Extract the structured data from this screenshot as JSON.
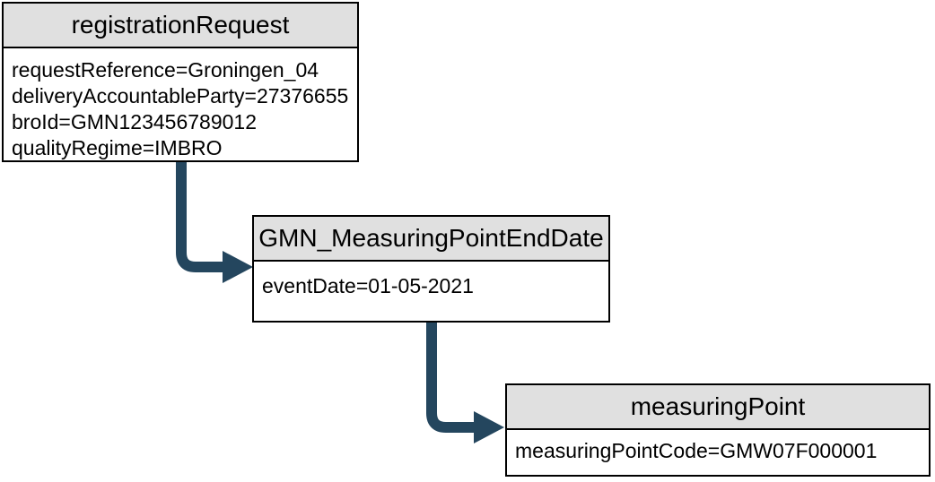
{
  "diagram": {
    "colors": {
      "arrow": "#24465e",
      "header_bg": "#e0e0e0",
      "border": "#000000",
      "background": "#ffffff"
    },
    "nodes": [
      {
        "title": "registrationRequest",
        "attributes": [
          "requestReference=Groningen_04",
          "deliveryAccountableParty=27376655",
          "broId=GMN123456789012",
          "qualityRegime=IMBRO"
        ]
      },
      {
        "title": "GMN_MeasuringPointEndDate",
        "attributes": [
          "eventDate=01-05-2021"
        ]
      },
      {
        "title": "measuringPoint",
        "attributes": [
          "measuringPointCode=GMW07F000001"
        ]
      }
    ],
    "edges": [
      {
        "from": "registrationRequest",
        "to": "GMN_MeasuringPointEndDate"
      },
      {
        "from": "GMN_MeasuringPointEndDate",
        "to": "measuringPoint"
      }
    ]
  }
}
